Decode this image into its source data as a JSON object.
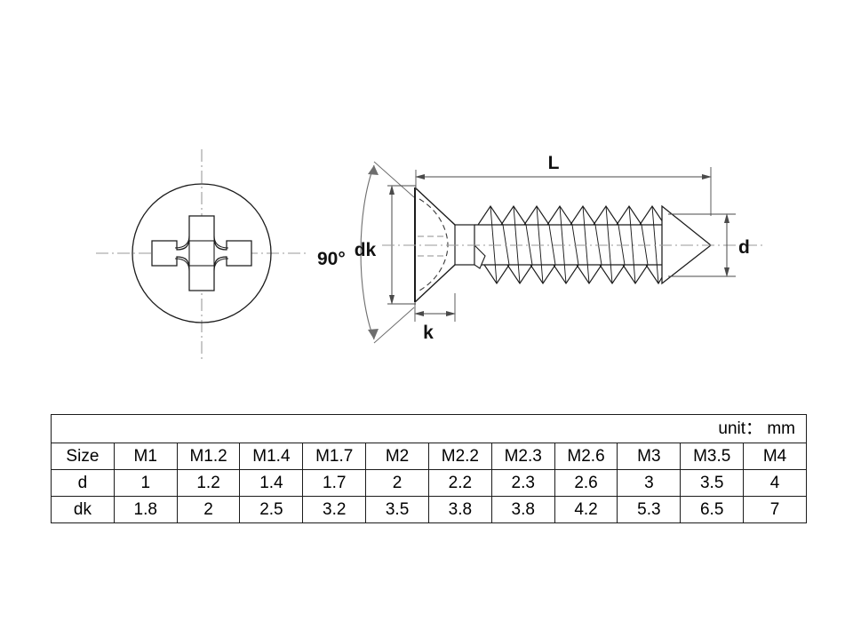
{
  "drawing": {
    "title_note": "",
    "head_view": {
      "name": "phillips-head-top-view",
      "recess_type": "cross-recess"
    },
    "side_view": {
      "name": "countersunk-screw-side-view",
      "thread_crest_count": 8
    },
    "dimensions": {
      "length_label": "L",
      "head_diameter_label": "dk",
      "head_height_label": "k",
      "shank_diameter_label": "d",
      "countersink_angle_label": "90°"
    }
  },
  "table": {
    "unit_note": "unit：  mm",
    "row_labels": [
      "Size",
      "d",
      "dk"
    ],
    "columns": [
      "M1",
      "M1.2",
      "M1.4",
      "M1.7",
      "M2",
      "M2.2",
      "M2.3",
      "M2.6",
      "M3",
      "M3.5",
      "M4"
    ],
    "rows": [
      {
        "label": "Size",
        "values": [
          "M1",
          "M1.2",
          "M1.4",
          "M1.7",
          "M2",
          "M2.2",
          "M2.3",
          "M2.6",
          "M3",
          "M3.5",
          "M4"
        ]
      },
      {
        "label": "d",
        "values": [
          "1",
          "1.2",
          "1.4",
          "1.7",
          "2",
          "2.2",
          "2.3",
          "2.6",
          "3",
          "3.5",
          "4"
        ]
      },
      {
        "label": "dk",
        "values": [
          "1.8",
          "2",
          "2.5",
          "3.2",
          "3.5",
          "3.8",
          "3.8",
          "4.2",
          "5.3",
          "6.5",
          "7"
        ]
      }
    ]
  },
  "colors": {
    "line": "#1b1b1b",
    "thin_line": "#555555",
    "center_line": "#999999",
    "background": "#ffffff"
  }
}
